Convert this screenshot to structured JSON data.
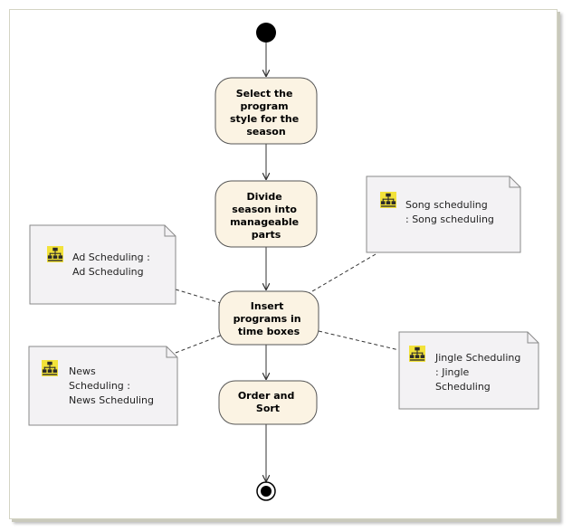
{
  "diagram": {
    "activities": [
      {
        "id": "select",
        "lines": [
          "Select the",
          "program",
          "style for the",
          "season"
        ]
      },
      {
        "id": "divide",
        "lines": [
          "Divide",
          "season into",
          "manageable",
          "parts"
        ]
      },
      {
        "id": "insert",
        "lines": [
          "Insert",
          "programs in",
          "time boxes"
        ]
      },
      {
        "id": "order",
        "lines": [
          "Order and",
          "Sort"
        ]
      }
    ],
    "notes": [
      {
        "id": "song",
        "lines": [
          "Song scheduling",
          ": Song scheduling"
        ],
        "icon": "hierarchy-icon"
      },
      {
        "id": "ad",
        "lines": [
          "Ad Scheduling :",
          "Ad Scheduling"
        ],
        "icon": "hierarchy-icon"
      },
      {
        "id": "news",
        "lines": [
          "News",
          "Scheduling :",
          "News Scheduling"
        ],
        "icon": "hierarchy-icon"
      },
      {
        "id": "jingle",
        "lines": [
          "Jingle Scheduling",
          ": Jingle",
          "Scheduling"
        ],
        "icon": "hierarchy-icon"
      }
    ],
    "colors": {
      "activity_fill": "#fbf3e3",
      "activity_stroke": "#555555",
      "note_fill": "#f3f2f4",
      "note_stroke": "#8a8a8a",
      "edge": "#333333",
      "icon_yellow": "#f2e23a",
      "icon_dark": "#2a2a2a"
    }
  }
}
